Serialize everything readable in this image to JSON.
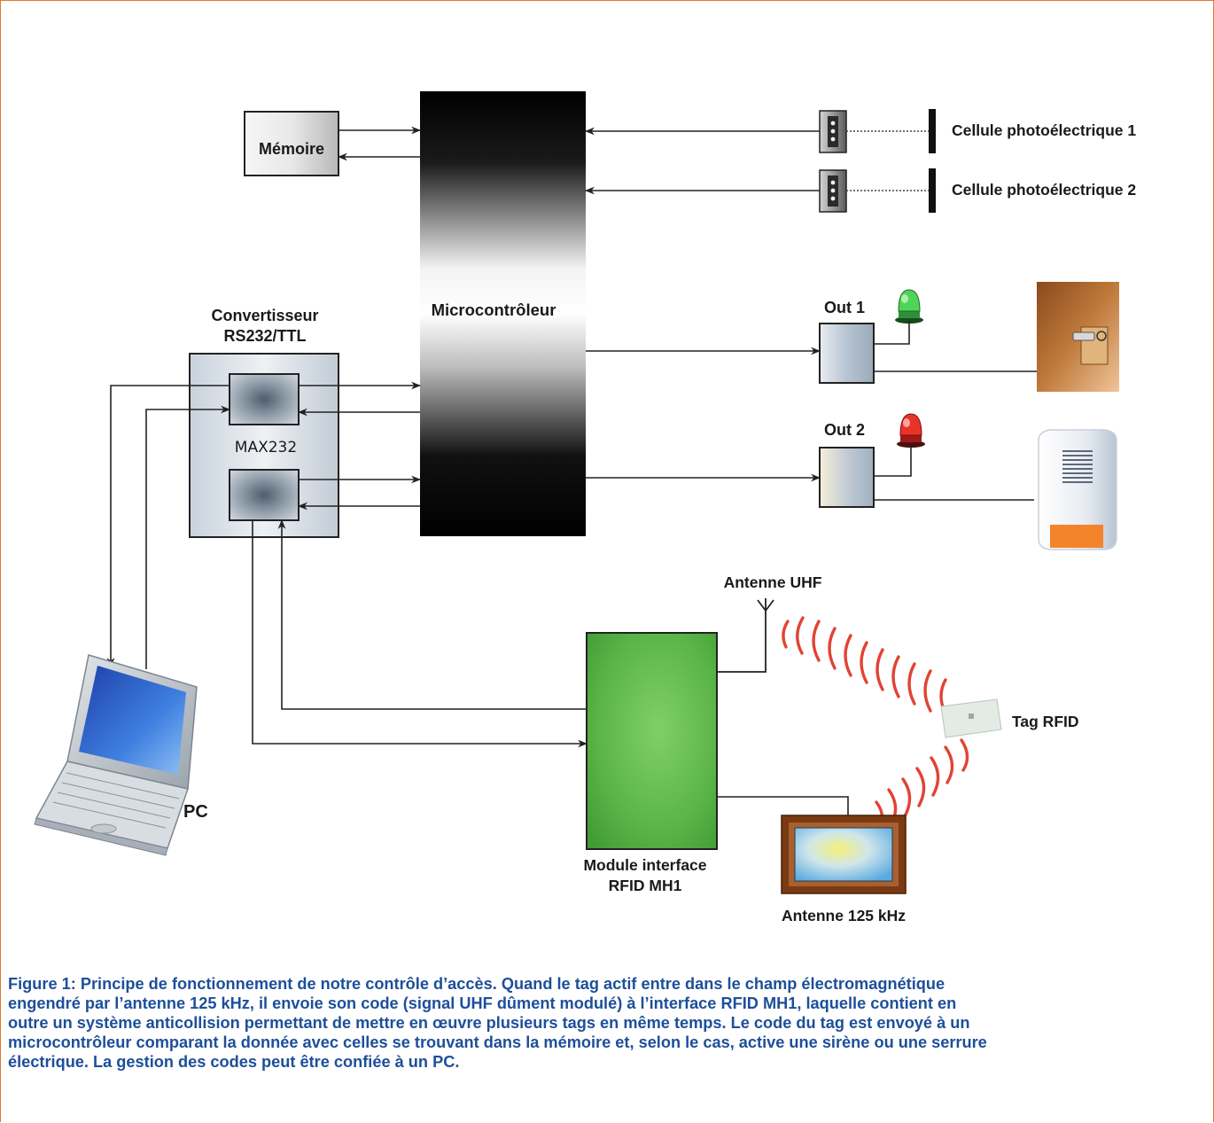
{
  "diagram": {
    "memory_label": "Mémoire",
    "microcontroller_label": "Microcontrôleur",
    "converter_label_line1": "Convertisseur",
    "converter_label_line2": "RS232/TTL",
    "max232_label": "MAX232",
    "photocell_1_label": "Cellule photoélectrique 1",
    "photocell_2_label": "Cellule photoélectrique 2",
    "out1_label": "Out 1",
    "out2_label": "Out 2",
    "uhf_antenna_label": "Antenne UHF",
    "rfid_tag_label": "Tag RFID",
    "module_label_line1": "Module interface",
    "module_label_line2": "RFID MH1",
    "antenna_125_label": "Antenne 125 kHz",
    "pc_label": "PC"
  },
  "caption": {
    "line1": "Figure 1: Principe de fonctionnement de notre contrôle d’accès. Quand le tag actif entre dans le champ électromagnétique",
    "line2": "engendré par l’antenne 125 kHz, il envoie son code (signal UHF dûment modulé) à l’interface RFID MH1, laquelle contient en",
    "line3": "outre un système anticollision permettant de mettre en œuvre plusieurs tags en même temps. Le code du tag est envoyé à un",
    "line4": "microcontrôleur comparant la donnée avec celles se trouvant dans la mémoire et, selon le cas, active une sirène ou une serrure",
    "line5": "électrique. La gestion des codes peut être confiée à un PC."
  },
  "colors": {
    "frame_border": "#e07a2e",
    "caption_text": "#1d4f9a",
    "module_green": "#5fb84a",
    "uhf_waves": "#e0392a",
    "led_green": "#3cc24a",
    "led_red": "#e02a20"
  }
}
